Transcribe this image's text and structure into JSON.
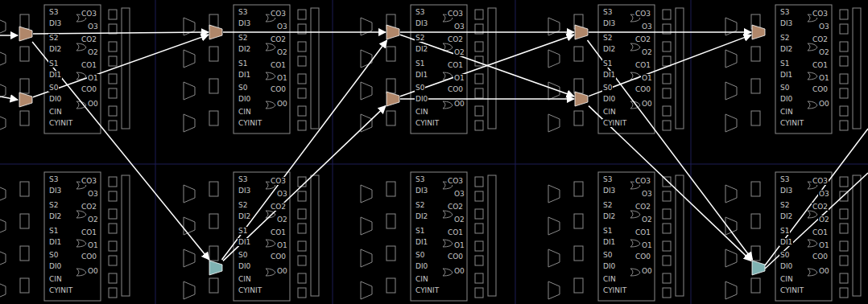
{
  "diagram": {
    "nodes": [
      {
        "text": []
      },
      {
        "text": []
      },
      {
        "text": []
      },
      {
        "text": []
      },
      {
        "text": []
      },
      {
        "text": []
      },
      {
        "text": []
      },
      {
        "text": []
      },
      {
        "text": []
      },
      {
        "text": []
      }
    ],
    "edges": [
      {
        "from": 0,
        "to": 2,
        "arrow": "to"
      },
      {
        "from": 0,
        "to": 3,
        "arrow": "to"
      },
      {
        "from": 1,
        "to": 2,
        "arrow": "to"
      },
      {
        "from": 2,
        "to": 4,
        "arrow": "to"
      },
      {
        "from": 3,
        "to": 4,
        "arrow": "to"
      },
      {
        "from": 3,
        "to": 5,
        "arrow": "to"
      },
      {
        "from": 4,
        "to": 6,
        "arrow": "to"
      },
      {
        "from": 4,
        "to": 7,
        "arrow": "to"
      },
      {
        "from": 5,
        "to": 6,
        "arrow": "to"
      },
      {
        "from": 5,
        "to": 7,
        "arrow": "to"
      },
      {
        "from": 6,
        "to": 8,
        "arrow": "to"
      },
      {
        "from": 6,
        "to": 9,
        "arrow": "to"
      },
      {
        "from": 7,
        "to": 8,
        "arrow": "to"
      },
      {
        "from": 7,
        "to": 9,
        "arrow": "to"
      }
    ],
    "labels": [
      "S3",
      "CO3",
      "DI3",
      "O3",
      "S2",
      "CO2",
      "DI2",
      "O2",
      "S1",
      "CO1",
      "DI1",
      "O1",
      "S0",
      "CO0",
      "DI0",
      "O0",
      "CIN",
      "CYINIT",
      "S3",
      "CO3",
      "DI3",
      "O3",
      "S2",
      "CO2",
      "DI2",
      "O2",
      "S1",
      "CO1",
      "DI1",
      "O1",
      "S0",
      "CO0",
      "DI0",
      "O0",
      "CIN",
      "CYINIT",
      "S3",
      "CO3",
      "DI3",
      "O3",
      "S2",
      "CO2",
      "DI2",
      "O2",
      "S1",
      "CO1",
      "DI1",
      "O1",
      "S0",
      "CO0",
      "DI0",
      "O0",
      "CIN",
      "CYINIT",
      "S3",
      "CO3",
      "DI3",
      "O3",
      "S2",
      "CO2",
      "DI2",
      "O2",
      "S1",
      "CO1",
      "DI1",
      "O1",
      "S0",
      "CO0",
      "DI0",
      "O0",
      "CIN",
      "CYINIT",
      "S3",
      "CO3",
      "DI3",
      "O3",
      "S2",
      "CO2",
      "DI2",
      "O2",
      "S1",
      "CO1",
      "DI1",
      "O1",
      "S0",
      "CO0",
      "DI0",
      "O0",
      "CIN",
      "CYINIT",
      "S3",
      "CO3",
      "DI3",
      "O3",
      "S2",
      "CO2",
      "DI2",
      "O2",
      "S1",
      "CO1",
      "DI1",
      "O1",
      "S0",
      "CO0",
      "DI0",
      "O0",
      "CIN",
      "CYINIT",
      "S3",
      "CO3",
      "DI3",
      "O3",
      "S2",
      "CO2",
      "DI2",
      "O2",
      "S1",
      "CO1",
      "DI1",
      "O1",
      "S0",
      "CO0",
      "DI0",
      "O0",
      "CIN",
      "CYINIT",
      "S3",
      "CO3",
      "DI3",
      "O3",
      "S2",
      "CO2",
      "DI2",
      "O2",
      "S1",
      "CO1",
      "DI1",
      "O1",
      "S0",
      "CO0",
      "DI0",
      "O0",
      "CIN",
      "CYINIT",
      "S3",
      "CO3",
      "DI3",
      "O3",
      "S2",
      "CO2",
      "DI2",
      "O2",
      "S1",
      "CO1",
      "DI1",
      "O1",
      "S0",
      "CO0",
      "DI0",
      "O0",
      "CIN",
      "CYINIT",
      "S3",
      "CO3",
      "DI3",
      "O3",
      "S2",
      "CO2",
      "DI2",
      "O2",
      "S1",
      "CO1",
      "DI1",
      "O1",
      "S0",
      "CO0",
      "DI0",
      "O0",
      "CIN",
      "CYINIT"
    ]
  }
}
